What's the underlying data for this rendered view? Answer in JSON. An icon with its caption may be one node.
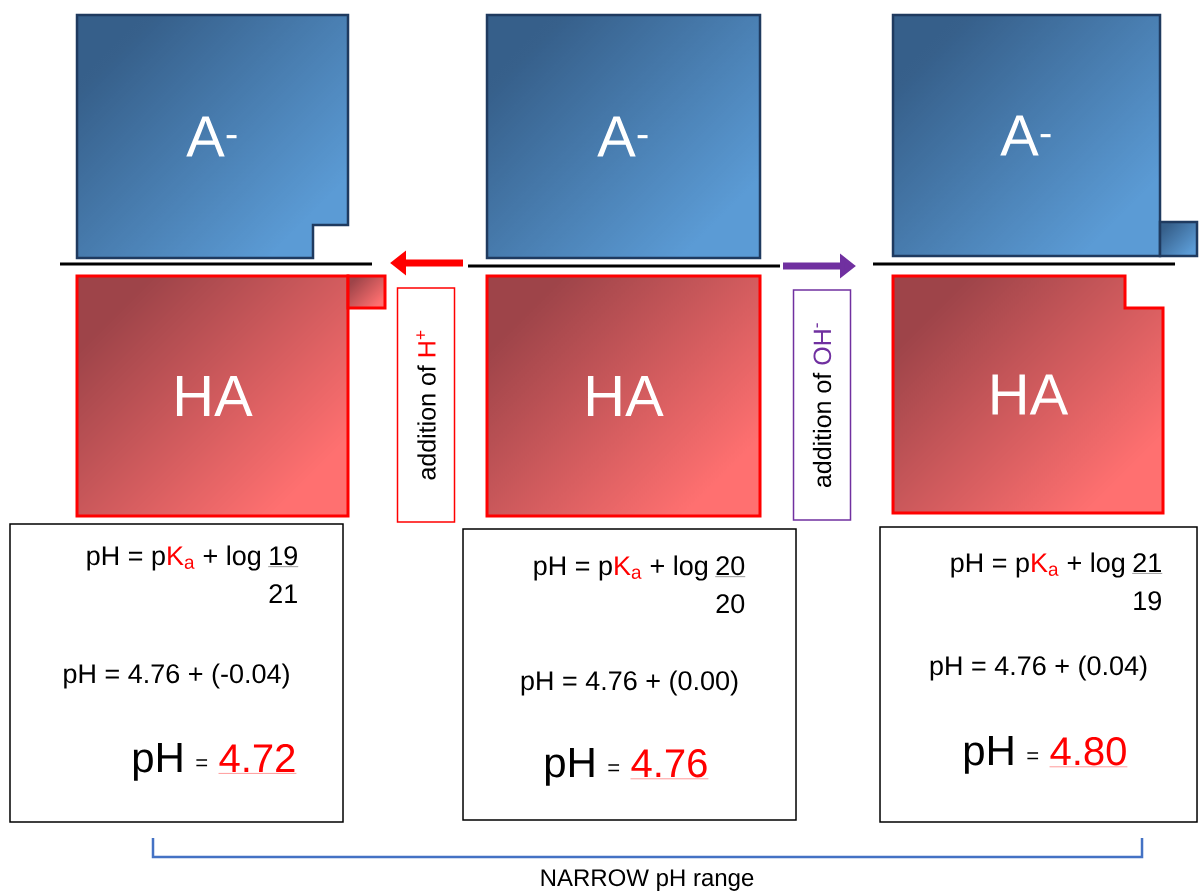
{
  "diagram": {
    "nodes": [
      {
        "text": [
          "A$^{-}$"
        ]
      },
      {
        "text": [
          "HA"
        ]
      },
      {
        "text": [
          "A$^{-}$"
        ]
      },
      {
        "text": [
          "HA"
        ]
      },
      {
        "text": [
          "A$^{-}$"
        ]
      },
      {
        "text": [
          "HA"
        ]
      },
      {
        "text": [
          "addition of",
          "H$^{+}$"
        ]
      },
      {
        "text": [
          "addition of",
          "OH$^{-}$"
        ]
      },
      {
        "text": [
          "pH = p",
          "K$_{a}$",
          "+ log",
          "19",
          "21",
          "pH = 4.76 + (-0.04)",
          "pH",
          "=",
          "4.72"
        ]
      },
      {
        "text": [
          "pH = p",
          "K$_{a}$",
          "+ log",
          "20",
          "20",
          "pH = 4.76 + (0.00)",
          "pH",
          "=",
          "4.76"
        ]
      },
      {
        "text": [
          "pH = p",
          "K$_{a}$",
          "+ log",
          "21",
          "19",
          "pH = 4.76 + (0.04)",
          "pH",
          "=",
          "4.80"
        ]
      }
    ],
    "labels": [
      "NARROW pH range"
    ]
  }
}
